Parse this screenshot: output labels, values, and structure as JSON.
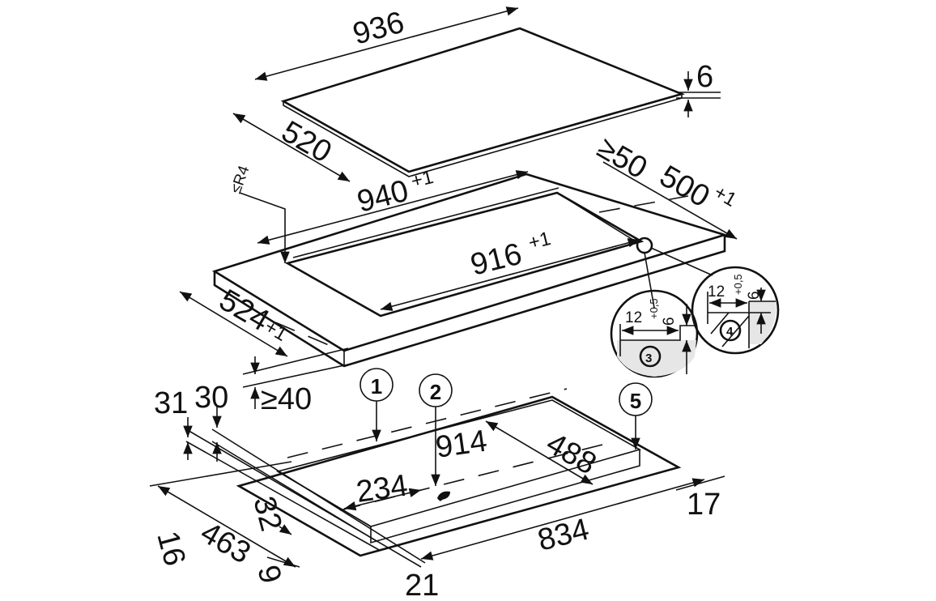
{
  "dimensions": {
    "glass_width": "936",
    "glass_depth": "520",
    "glass_thickness": "6",
    "frame_width": "940",
    "frame_width_tol": "+1",
    "corner_radius": "≤R4",
    "min_wall_gap": "≥50",
    "cutout_depth": "500",
    "cutout_depth_tol": "+1",
    "cutout_width": "916",
    "cutout_width_tol": "+1",
    "frame_depth": "524",
    "frame_depth_tol": "+1",
    "min_below": "≥40",
    "h31": "31",
    "h30": "30",
    "body_width": "914",
    "body_depth": "488",
    "connection_offset": "234",
    "d16": "16",
    "d463": "463",
    "d32": "32",
    "d9": "9",
    "d21": "21",
    "d834": "834",
    "d17": "17"
  },
  "details": {
    "detail3": {
      "width": "12",
      "depth": "6",
      "tol": "+0,5",
      "label": "3"
    },
    "detail4": {
      "width": "12",
      "depth": "6",
      "tol": "+0,5",
      "label": "4"
    }
  },
  "callouts": [
    "1",
    "2",
    "5"
  ],
  "colors": {
    "fill": "#ebebeb",
    "line": "#111111"
  }
}
